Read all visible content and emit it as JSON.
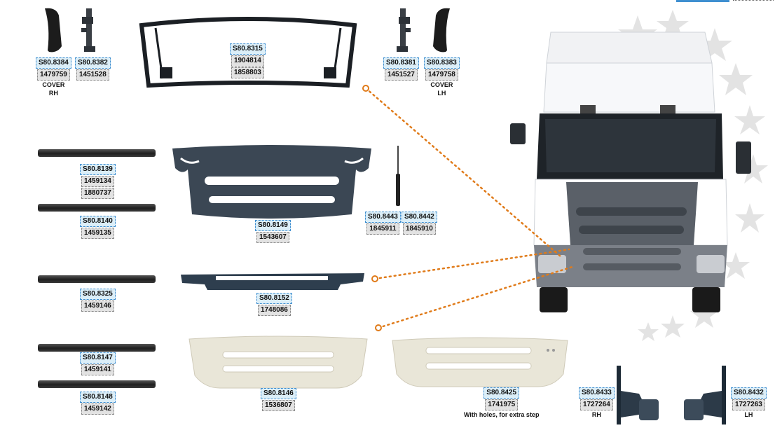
{
  "colors": {
    "blue_tag": "#dbeef8",
    "blue_border": "#3f8fd0",
    "grey_tag": "#e2e2e2",
    "leader": "#e07b1a"
  },
  "parts": {
    "p8384": {
      "codes": [
        "S80.8384"
      ],
      "oems": [
        "1479759"
      ],
      "caption": [
        "COVER",
        "RH"
      ]
    },
    "p8382": {
      "codes": [
        "S80.8382"
      ],
      "oems": [
        "1451528"
      ]
    },
    "p8315": {
      "codes": [
        "S80.8315"
      ],
      "oems": [
        "1904814",
        "1858803"
      ]
    },
    "p8381": {
      "codes": [
        "S80.8381"
      ],
      "oems": [
        "1451527"
      ]
    },
    "p8383": {
      "codes": [
        "S80.8383"
      ],
      "oems": [
        "1479758"
      ],
      "caption": [
        "COVER",
        "LH"
      ]
    },
    "p8139": {
      "codes": [
        "S80.8139"
      ],
      "oems": [
        "1459134",
        "1880737"
      ]
    },
    "p8140": {
      "codes": [
        "S80.8140"
      ],
      "oems": [
        "1459135"
      ]
    },
    "p8149": {
      "codes": [
        "S80.8149"
      ],
      "oems": [
        "1543607"
      ]
    },
    "p8443": {
      "codes": [
        "S80.8443"
      ],
      "oems": [
        "1845911"
      ]
    },
    "p8442": {
      "codes": [
        "S80.8442"
      ],
      "oems": [
        "1845910"
      ]
    },
    "p8325": {
      "codes": [
        "S80.8325"
      ],
      "oems": [
        "1459146"
      ]
    },
    "p8152": {
      "codes": [
        "S80.8152"
      ],
      "oems": [
        "1748086"
      ]
    },
    "p8147": {
      "codes": [
        "S80.8147"
      ],
      "oems": [
        "1459141"
      ]
    },
    "p8148": {
      "codes": [
        "S80.8148"
      ],
      "oems": [
        "1459142"
      ]
    },
    "p8146": {
      "codes": [
        "S80.8146"
      ],
      "oems": [
        "1536807"
      ]
    },
    "p8425": {
      "codes": [
        "S80.8425"
      ],
      "oems": [
        "1741975"
      ],
      "caption": [
        "With holes, for extra step"
      ]
    },
    "p8433": {
      "codes": [
        "S80.8433"
      ],
      "oems": [
        "1727264"
      ],
      "caption": [
        "RH"
      ]
    },
    "p8432": {
      "codes": [
        "S80.8432"
      ],
      "oems": [
        "1727263"
      ],
      "caption": [
        "LH"
      ]
    }
  }
}
